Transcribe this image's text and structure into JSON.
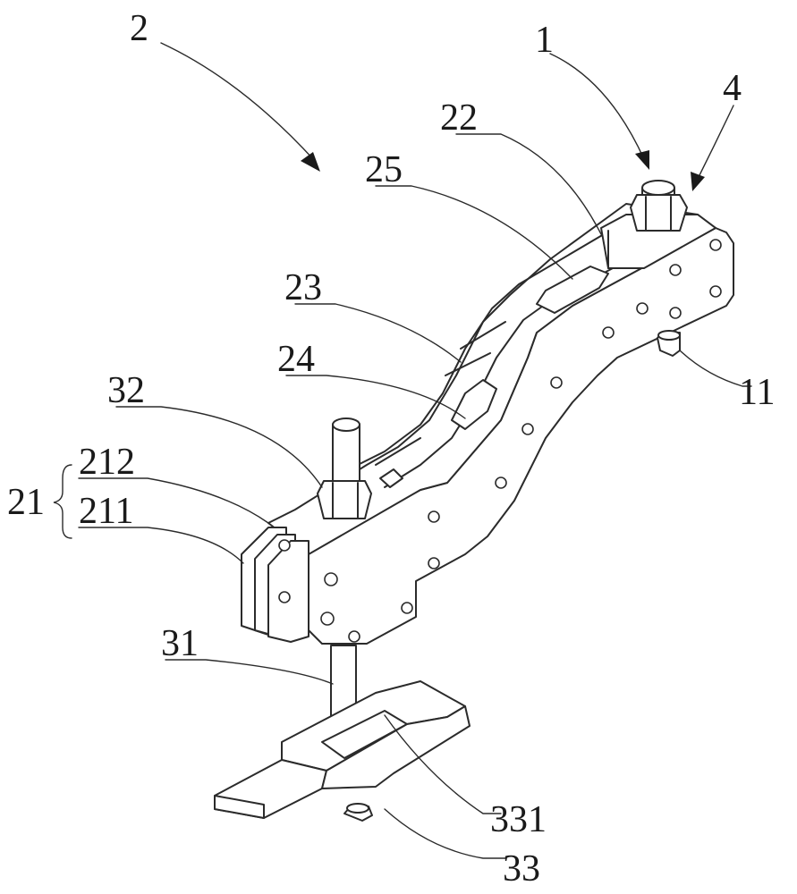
{
  "labels": {
    "l1": "1",
    "l2": "2",
    "l4": "4",
    "l11": "11",
    "l21": "21",
    "l22": "22",
    "l23": "23",
    "l24": "24",
    "l25": "25",
    "l31": "31",
    "l32": "32",
    "l33": "33",
    "l211": "211",
    "l212": "212",
    "l331": "331"
  },
  "colors": {
    "line": "#2b2b2b",
    "background": "#ffffff"
  }
}
